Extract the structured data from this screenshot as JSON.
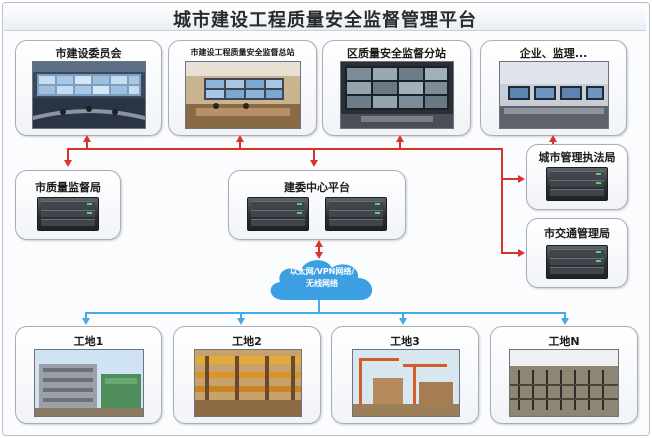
{
  "title": "城市建设工程质量安全监督管理平台",
  "top_row": [
    {
      "label": "市建设委员会"
    },
    {
      "label": "市建设工程质量安全监督总站"
    },
    {
      "label": "区质量安全监督分站"
    },
    {
      "label": "企业、监理..."
    }
  ],
  "middle": {
    "left": {
      "label": "市质量监督局"
    },
    "center": {
      "label": "建委中心平台"
    }
  },
  "right_column": [
    {
      "label": "城市管理执法局"
    },
    {
      "label": "市交通管理局"
    }
  ],
  "network": {
    "line1": "以太网/VPN网络/",
    "line2": "无线网络"
  },
  "sites": [
    {
      "label": "工地1"
    },
    {
      "label": "工地2"
    },
    {
      "label": "工地3"
    },
    {
      "label": "工地N"
    }
  ],
  "colors": {
    "link_red": "#d9342b",
    "link_blue": "#47a9e6",
    "cloud": "#3b9fe2"
  }
}
